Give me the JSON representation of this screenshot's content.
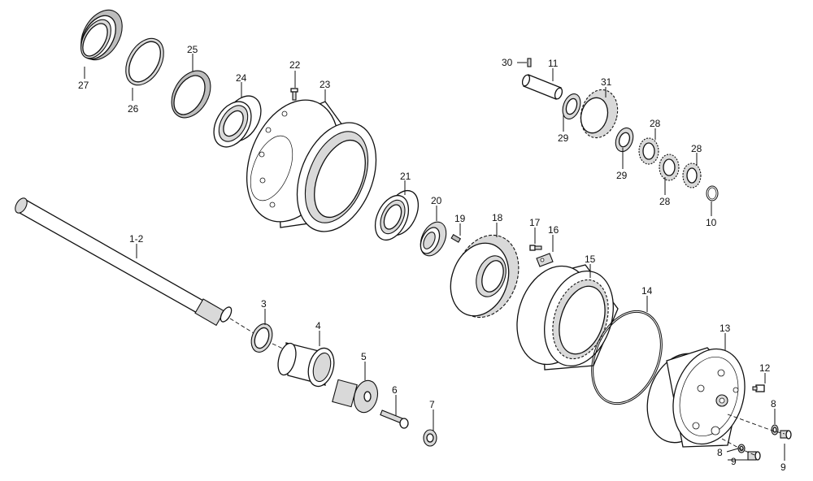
{
  "labels": {
    "shaft": "1-2",
    "retaining_ring_3": "3",
    "coupling_4": "4",
    "sun_gear_5": "5",
    "bolt_6": "6",
    "washer_7": "7",
    "seal_ring_8_top": "8",
    "seal_ring_8_bottom": "8",
    "plug_9_bottom": "9",
    "plug_9_right": "9",
    "snap_ring_10": "10",
    "planet_pin_11": "11",
    "bolt_12": "12",
    "planet_carrier_13": "13",
    "o_ring_14": "14",
    "ring_gear_15": "15",
    "lock_plate_16": "16",
    "bolt_17": "17",
    "gear_18": "18",
    "bolt_19": "19",
    "nut_20": "20",
    "bearing_21": "21",
    "bolt_22": "22",
    "hub_23": "23",
    "bearing_24": "24",
    "ring_25": "25",
    "ring_26": "26",
    "seal_27": "27",
    "needle_bearing_28_a": "28",
    "needle_bearing_28_b": "28",
    "needle_bearing_28_c": "28",
    "thrust_washer_29_a": "29",
    "thrust_washer_29_b": "29",
    "pin_30": "30",
    "planet_gear_31": "31"
  }
}
